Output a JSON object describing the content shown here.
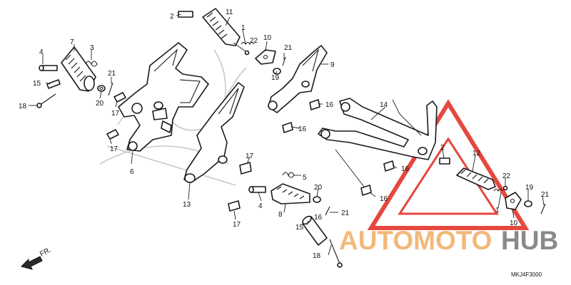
{
  "diagram": {
    "code": "MKJ4F3000",
    "direction_label": "FR.",
    "watermark": {
      "word_a": "AUTOMOTO",
      "word_b": "HUB",
      "color_a": "#f2b87a",
      "color_b": "#8a8a8a",
      "triangle_color": "#e5483f"
    },
    "callouts": [
      "1",
      "1",
      "2",
      "2",
      "3",
      "4",
      "4",
      "5",
      "6",
      "7",
      "8",
      "9",
      "10",
      "10",
      "11",
      "12",
      "13",
      "14",
      "15",
      "15",
      "16",
      "16",
      "16",
      "16",
      "16",
      "17",
      "17",
      "17",
      "17",
      "18",
      "18",
      "19",
      "19",
      "20",
      "20",
      "21",
      "21",
      "21",
      "21",
      "22",
      "22"
    ]
  }
}
